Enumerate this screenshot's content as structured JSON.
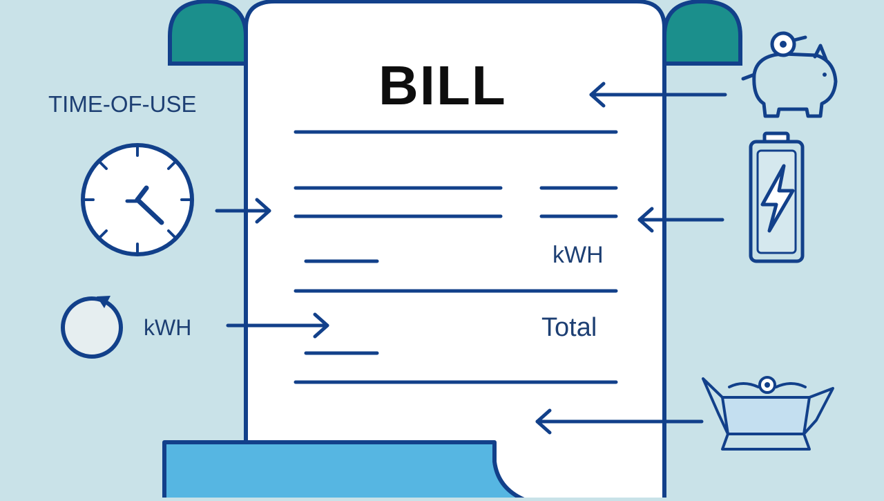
{
  "bill": {
    "title": "BILL",
    "kwh_label": "kWH",
    "total_label": "Total"
  },
  "left_panel": {
    "time_of_use_label": "TIME-OF-USE",
    "kwh_label": "kWH"
  },
  "icons": {
    "clock": "clock-icon",
    "refresh": "refresh-circle-icon",
    "piggy_bank": "piggy-bank-icon",
    "battery": "battery-bolt-icon",
    "appliance": "appliance-tray-icon"
  },
  "colors": {
    "background": "#c9e2e8",
    "stroke": "#12408a",
    "scroll_cap": "#1b8f8c",
    "scroll_bottom": "#56b6e2",
    "paper": "#ffffff"
  }
}
